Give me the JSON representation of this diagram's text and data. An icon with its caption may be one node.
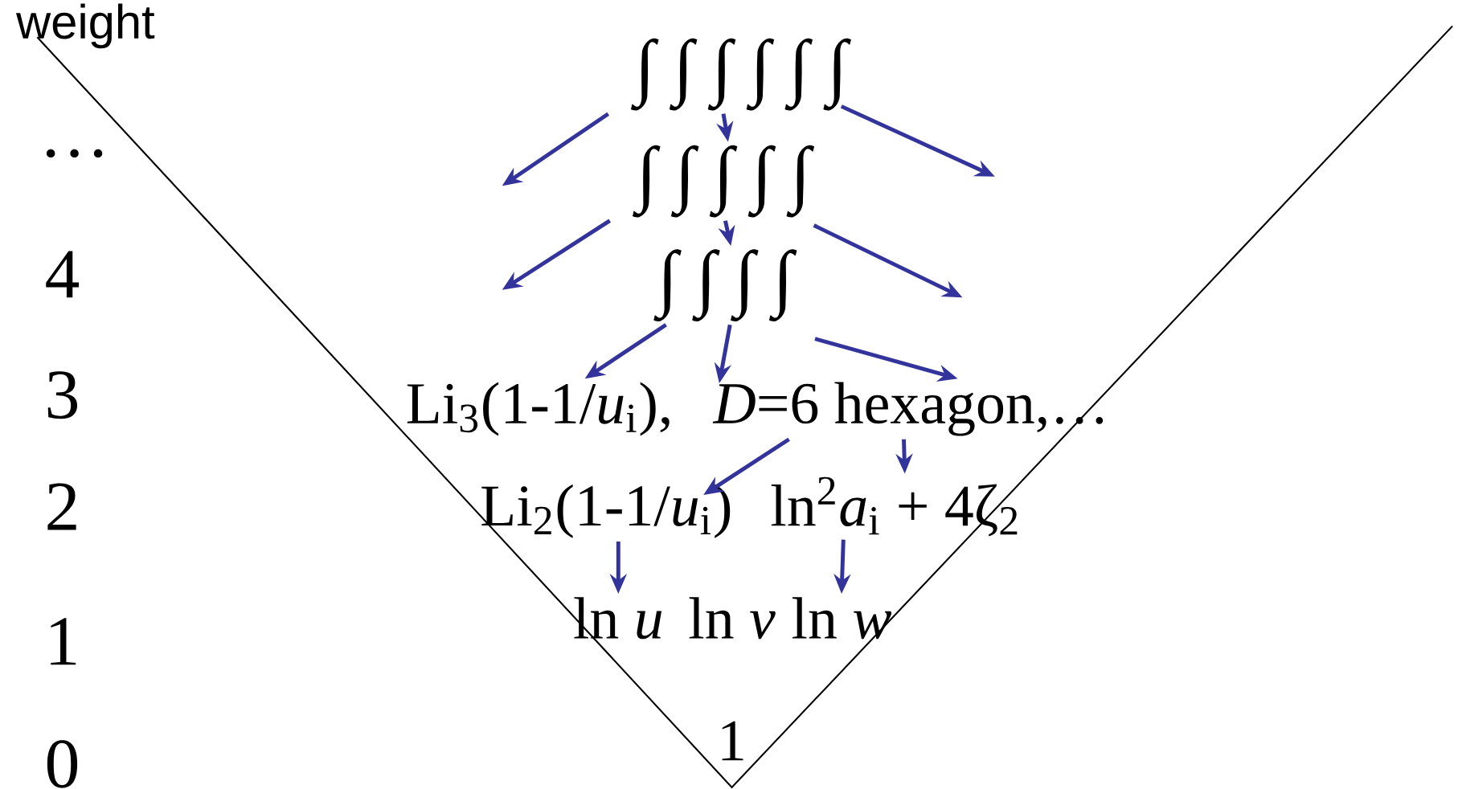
{
  "diagram": {
    "nodes": [
      {
        "text": [
          "∫ ∫ ∫ ∫ ∫ ∫"
        ]
      },
      {
        "text": [
          "∫ ∫ ∫ ∫ ∫"
        ]
      },
      {
        "text": [
          "∫ ∫ ∫ ∫"
        ]
      },
      {
        "text": [
          "Li$_{3}$(1-1/*u*$_{i}$),"
        ]
      },
      {
        "text": [
          "*D*=6 hexagon,…"
        ]
      },
      {
        "text": [
          "Li$_{2}$(1-1/*u*$_{i}$)"
        ]
      },
      {
        "text": [
          "ln$^{2}$*a*$_{i}$ + 4ζ$_{2}$"
        ]
      },
      {
        "text": [
          "ln *u*"
        ]
      },
      {
        "text": [
          "ln *v*"
        ]
      },
      {
        "text": [
          "ln *w*"
        ]
      },
      {
        "text": [
          "1"
        ]
      }
    ],
    "edges": [
      {
        "from": 0,
        "to": null,
        "arrow": "to"
      },
      {
        "from": 0,
        "to": 1,
        "arrow": "to"
      },
      {
        "from": 0,
        "to": null,
        "arrow": "to"
      },
      {
        "from": 1,
        "to": null,
        "arrow": "to"
      },
      {
        "from": 1,
        "to": 2,
        "arrow": "to"
      },
      {
        "from": 1,
        "to": null,
        "arrow": "to"
      },
      {
        "from": 2,
        "to": 3,
        "arrow": "to"
      },
      {
        "from": 2,
        "to": 4,
        "arrow": "to"
      },
      {
        "from": 2,
        "to": 4,
        "arrow": "to"
      },
      {
        "from": 4,
        "to": 5,
        "arrow": "to"
      },
      {
        "from": 4,
        "to": 6,
        "arrow": "to"
      },
      {
        "from": 5,
        "to": 7,
        "arrow": "to"
      },
      {
        "from": 6,
        "to": 9,
        "arrow": "to"
      }
    ],
    "labels": [
      "weight",
      "…",
      "4",
      "3",
      "2",
      "1",
      "0"
    ]
  }
}
